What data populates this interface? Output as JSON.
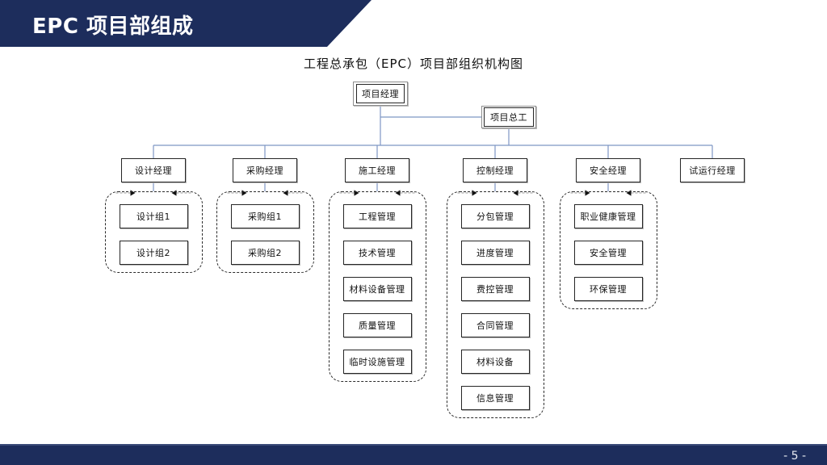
{
  "header": {
    "title": "EPC 项目部组成",
    "accent_color": "#1d2d5c"
  },
  "footer": {
    "page_number": "- 5 -"
  },
  "chart": {
    "title": "工程总承包（EPC）项目部组织机构图",
    "top_node": "项目经理",
    "chief_node": "项目总工",
    "columns": [
      {
        "manager": "设计经理",
        "children": [
          "设计组1",
          "设计组2"
        ]
      },
      {
        "manager": "采购经理",
        "children": [
          "采购组1",
          "采购组2"
        ]
      },
      {
        "manager": "施工经理",
        "children": [
          "工程管理",
          "技术管理",
          "材料设备管理",
          "质量管理",
          "临时设施管理"
        ]
      },
      {
        "manager": "控制经理",
        "children": [
          "分包管理",
          "进度管理",
          "费控管理",
          "合同管理",
          "材料设备",
          "信息管理"
        ]
      },
      {
        "manager": "安全经理",
        "children": [
          "职业健康管理",
          "安全管理",
          "环保管理"
        ]
      },
      {
        "manager": "试运行经理",
        "children": []
      }
    ],
    "line_color": "#7e96c4",
    "box_border_color": "#262626"
  }
}
